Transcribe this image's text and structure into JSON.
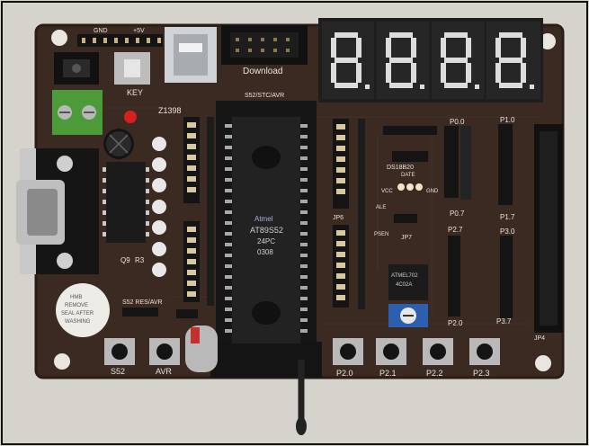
{
  "board": {
    "header_gnd": "GND",
    "header_5v": "+5V",
    "download": "Download",
    "s52_stc_avr": "S52/STC/AVR",
    "key": "KEY",
    "z1398": "Z1398",
    "q9": "Q9",
    "r3": "R3",
    "s52_res_avr": "S52 RES/AVR",
    "s52": "S52",
    "avr": "AVR",
    "ds18b20": "DS18B20",
    "date": "DATE",
    "vcc": "VCC",
    "gnd": "GND",
    "jp6": "JP6",
    "jp7": "JP7",
    "psen": "PSEN",
    "ale": "ALE",
    "p00": "P0.0",
    "p07": "P0.7",
    "p10": "P1.0",
    "p17": "P1.7",
    "p27": "P2.7",
    "p30": "P3.0",
    "p20_label": "P2.0",
    "p37": "P3.7",
    "jp4": "JP4",
    "btn_p20": "P2.0",
    "btn_p21": "P2.1",
    "btn_p22": "P2.2",
    "btn_p23": "P2.3"
  },
  "mcu": {
    "logo": "Atmel",
    "part": "AT89S52",
    "package": "24PC",
    "date_code": "0308"
  },
  "eeprom_chip": {
    "line1": "ATMEL702",
    "line2": "4C02A"
  },
  "buzzer": {
    "line1": "HMB",
    "line2": "REMOVE",
    "line3": "SEAL AFTER",
    "line4": "WASHING"
  },
  "display": {
    "digits": [
      "8.",
      "8.",
      "8.",
      "8."
    ]
  },
  "colors": {
    "pcb": "#3a2a22",
    "seven_segment": "#1e1e1e",
    "potentiometer": "#2c5fb0",
    "terminal_block": "#4c9a3a",
    "led": "#d62020"
  }
}
